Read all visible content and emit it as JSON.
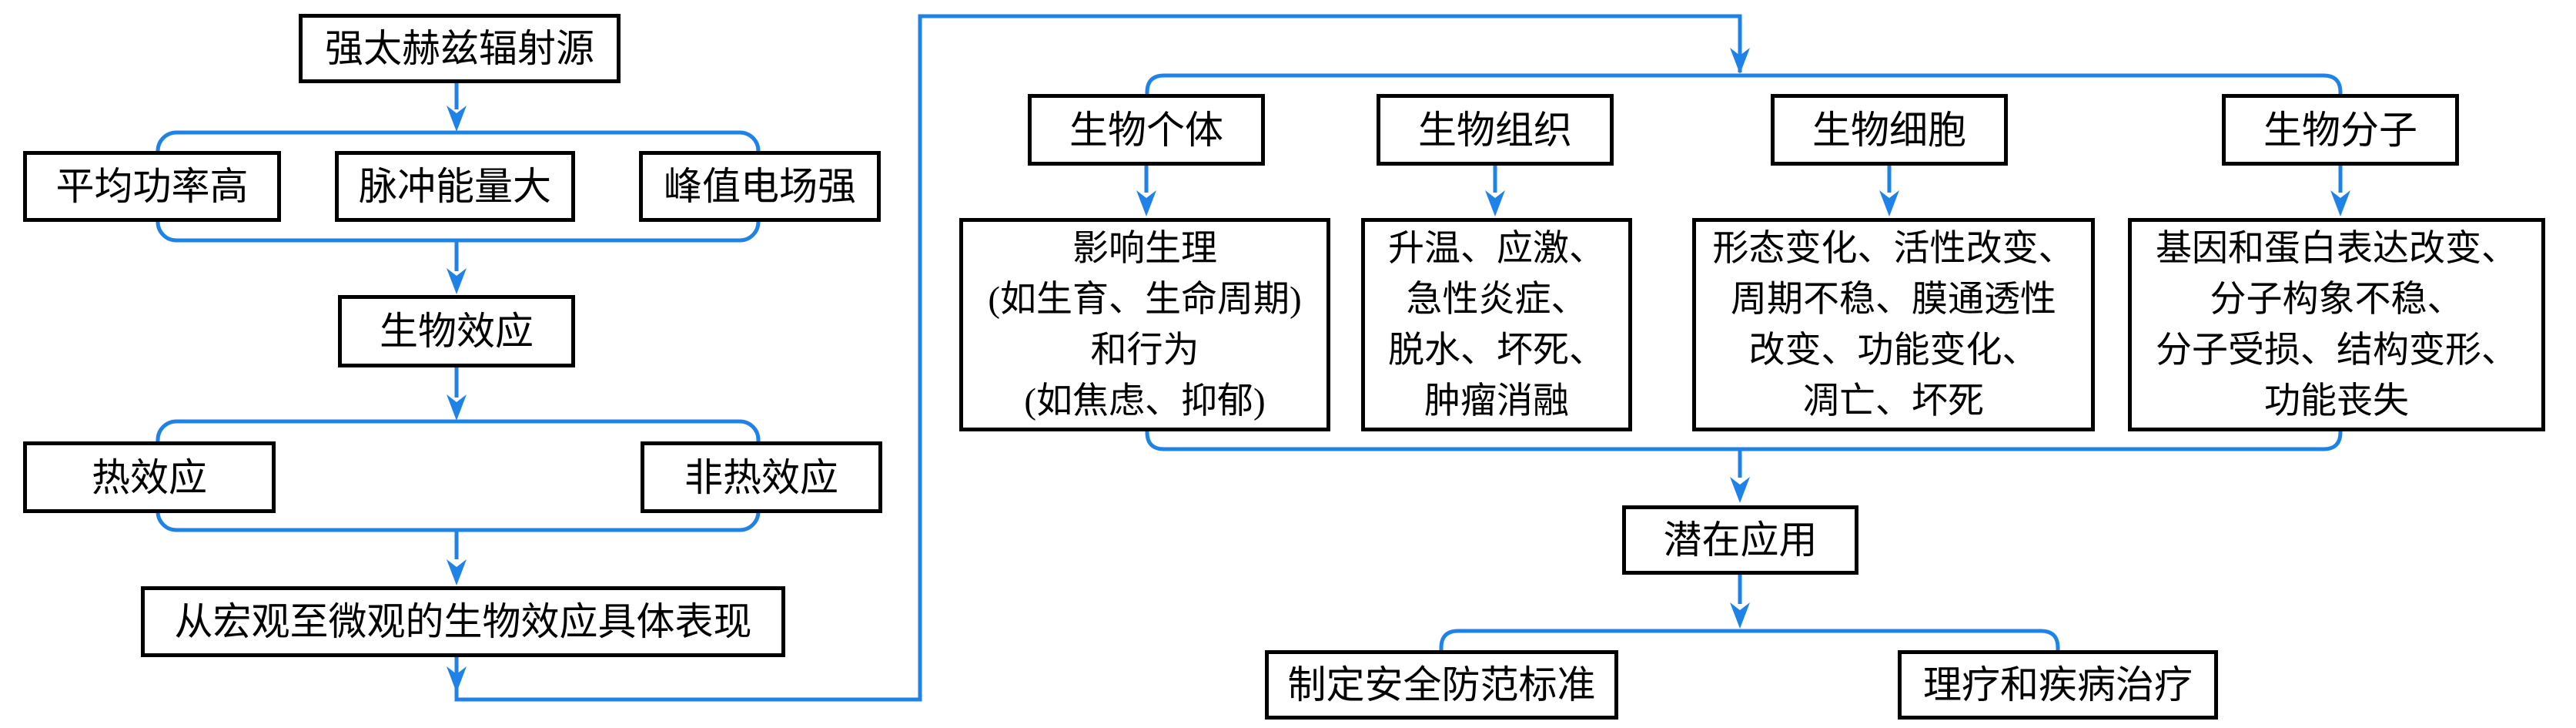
{
  "colors": {
    "accent_blue": "#1E82E8",
    "box_border": "#000000",
    "background": "#FFFFFF",
    "text": "#000000"
  },
  "flowchart": {
    "source": {
      "label": "强太赫兹辐射源"
    },
    "source_traits": [
      {
        "label": "平均功率高"
      },
      {
        "label": "脉冲能量大"
      },
      {
        "label": "峰值电场强"
      }
    ],
    "bio_effect": {
      "label": "生物效应"
    },
    "effect_types": [
      {
        "label": "热效应"
      },
      {
        "label": "非热效应"
      }
    ],
    "macro_to_micro": {
      "label": "从宏观至微观的生物效应具体表现"
    },
    "levels": [
      {
        "label": "生物个体",
        "details": [
          "影响生理",
          "(如生育、生命周期)",
          "和行为",
          "(如焦虑、抑郁)"
        ]
      },
      {
        "label": "生物组织",
        "details": [
          "升温、应激、",
          "急性炎症、",
          "脱水、坏死、",
          "肿瘤消融"
        ]
      },
      {
        "label": "生物细胞",
        "details": [
          "形态变化、活性改变、",
          "周期不稳、膜通透性",
          "改变、功能变化、",
          "凋亡、坏死"
        ]
      },
      {
        "label": "生物分子",
        "details": [
          "基因和蛋白表达改变、",
          "分子构象不稳、",
          "分子受损、结构变形、",
          "功能丧失"
        ]
      }
    ],
    "potential_application": {
      "label": "潜在应用"
    },
    "applications": [
      {
        "label": "制定安全防范标准"
      },
      {
        "label": "理疗和疾病治疗"
      }
    ]
  }
}
